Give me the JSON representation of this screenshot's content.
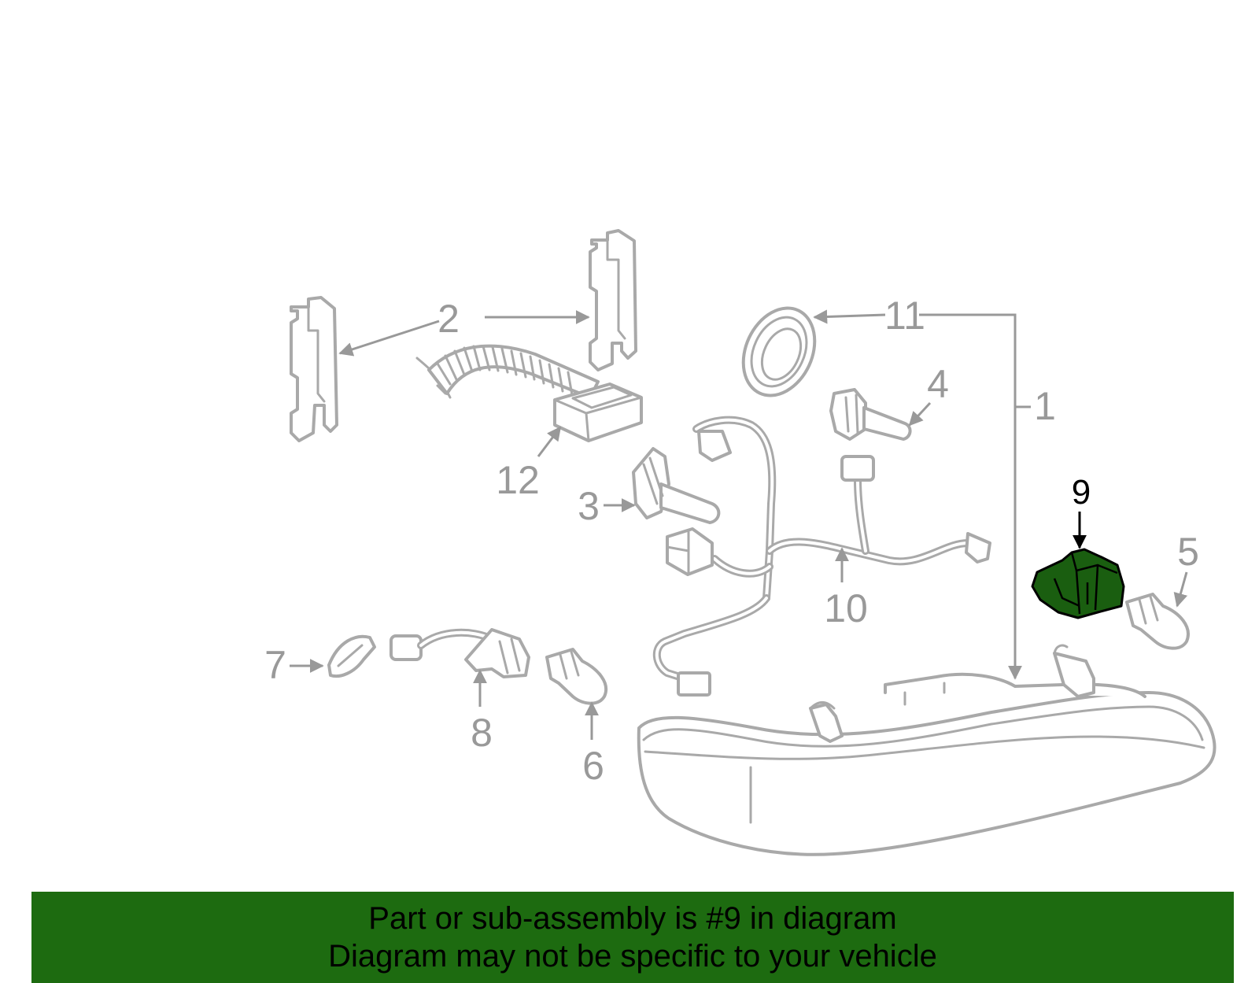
{
  "callouts": {
    "c1": "1",
    "c2": "2",
    "c3": "3",
    "c4": "4",
    "c5": "5",
    "c6": "6",
    "c7": "7",
    "c8": "8",
    "c9": "9",
    "c10": "10",
    "c11": "11",
    "c12": "12"
  },
  "highlight": {
    "part": "9",
    "color": "#1d6b10"
  },
  "banner": {
    "line1": "Part or sub-assembly is #9 in diagram",
    "line2": "Diagram may not be specific to your vehicle"
  }
}
